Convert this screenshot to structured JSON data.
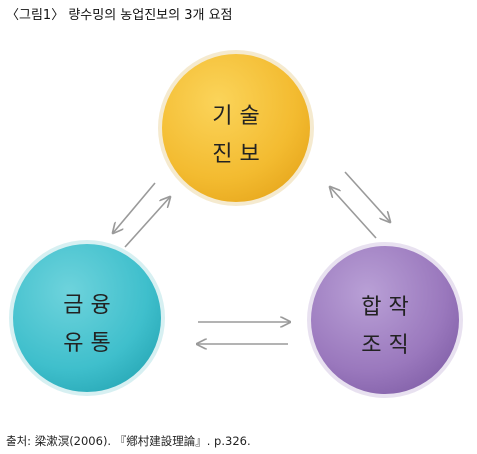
{
  "title": "〈그림1〉 량수밍의 농업진보의 3개 요점",
  "nodes": {
    "top": {
      "line1": "기 술",
      "line2": "진 보",
      "color": "#f2b930"
    },
    "left": {
      "line1": "금 융",
      "line2": "유 통",
      "color": "#3fbfcc"
    },
    "right": {
      "line1": "합 작",
      "line2": "조 직",
      "color": "#9a78bd"
    }
  },
  "arrow_color": "#9a9a9a",
  "source": "출처: 梁漱溟(2006). 『鄕村建設理論』. p.326."
}
